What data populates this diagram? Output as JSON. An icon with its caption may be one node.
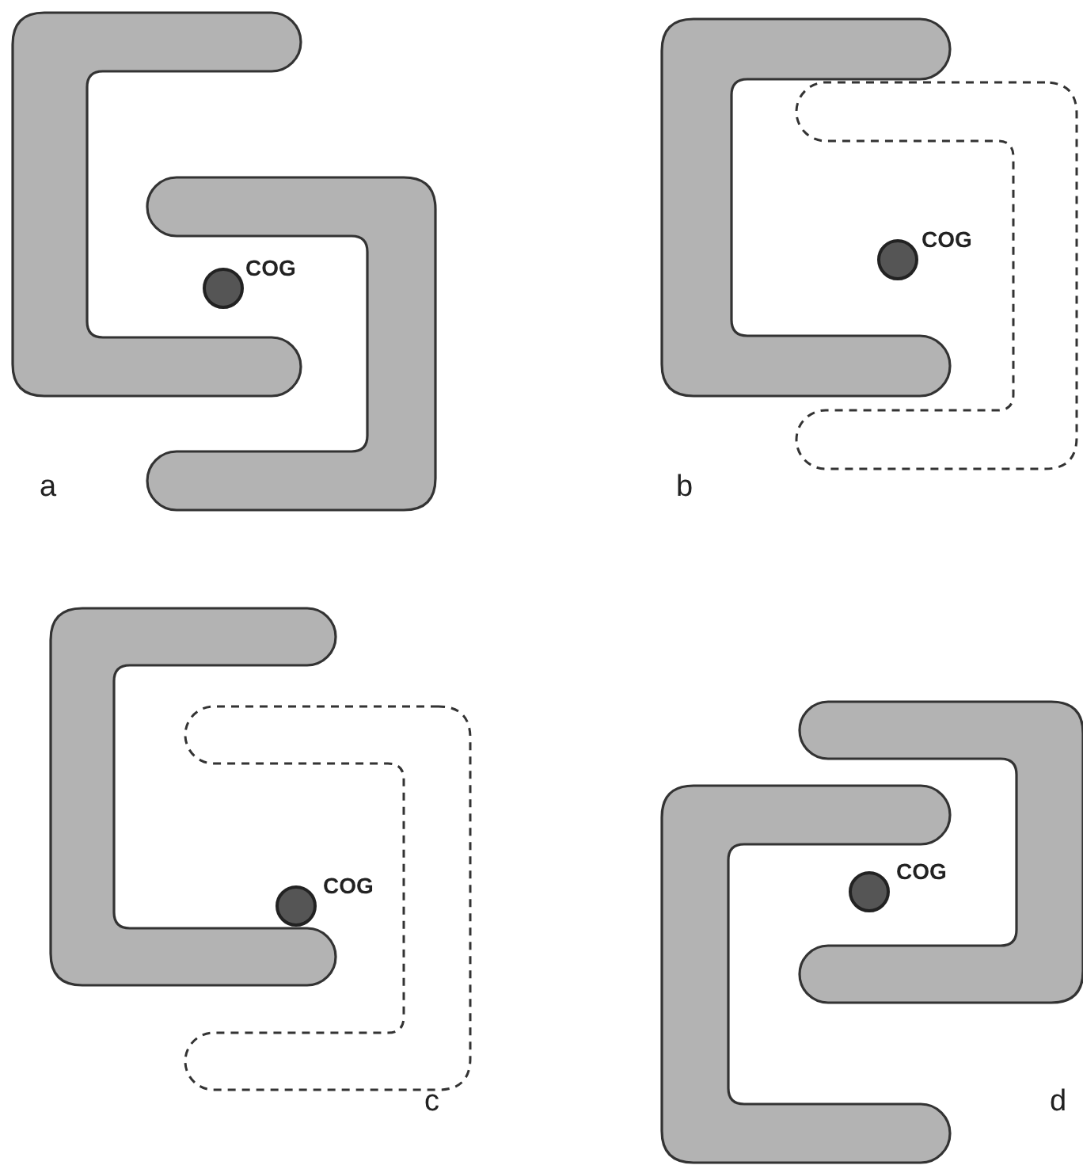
{
  "diagram": {
    "labels": [
      "COG",
      "a",
      "COG",
      "b",
      "COG",
      "c",
      "COG",
      "d"
    ]
  }
}
